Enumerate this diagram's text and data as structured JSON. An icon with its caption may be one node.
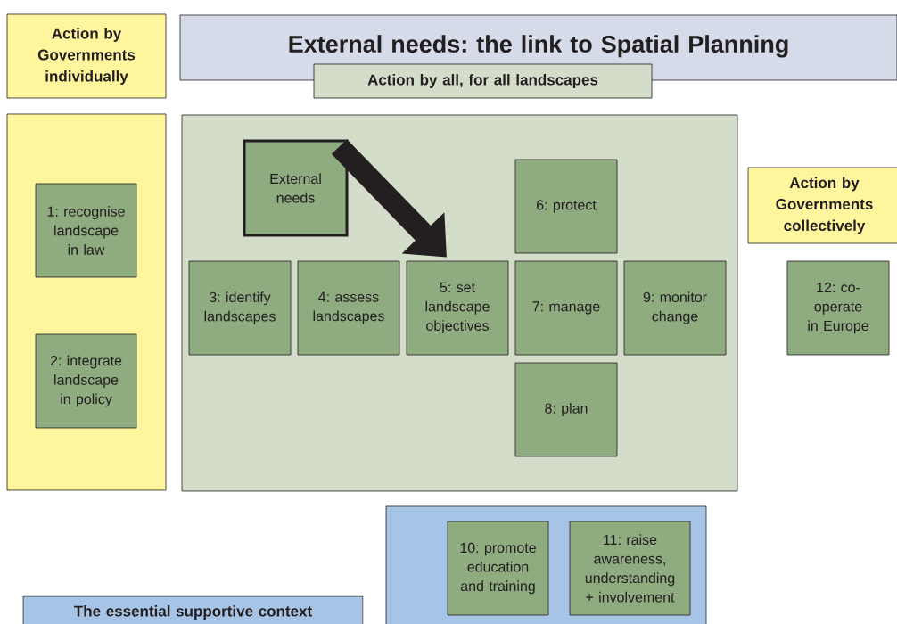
{
  "diagram": {
    "nodes": [
      {
        "text": [
          "External needs: the link to Spatial Planning"
        ]
      },
      {
        "text": [
          "Action by Governments individually"
        ]
      },
      {
        "text": [
          "Action by all, for all landscapes"
        ]
      },
      {
        "text": [],
        "shape": "box"
      },
      {
        "text": [
          "1: recognise landscape in law"
        ],
        "in": 3
      },
      {
        "text": [
          "2: integrate landscape in policy"
        ],
        "in": 3
      },
      {
        "text": [],
        "shape": "box"
      },
      {
        "text": [
          "External needs"
        ],
        "in": 6
      },
      {
        "text": [
          "6: protect"
        ],
        "in": 6
      },
      {
        "text": [
          "3: identify landscapes"
        ],
        "in": 6
      },
      {
        "text": [
          "4: assess landscapes"
        ],
        "in": 6
      },
      {
        "text": [
          "5: set landscape objectives"
        ],
        "in": 6
      },
      {
        "text": [
          "7: manage"
        ],
        "in": 6
      },
      {
        "text": [
          "9: monitor change"
        ],
        "in": 6
      },
      {
        "text": [
          "8: plan"
        ],
        "in": 6
      },
      {
        "text": [
          "Action by Governments collectively"
        ]
      },
      {
        "text": [
          "12: co-operate in Europe"
        ]
      },
      {
        "text": [],
        "shape": "box"
      },
      {
        "text": [
          "10: promote education and training"
        ],
        "in": 17
      },
      {
        "text": [
          "11: raise awareness, understanding + involvement"
        ],
        "in": 17
      },
      {
        "text": [
          "The essential supportive context"
        ]
      }
    ],
    "edges": [
      {
        "from": 7,
        "to": 11,
        "arrow": "to"
      }
    ]
  }
}
